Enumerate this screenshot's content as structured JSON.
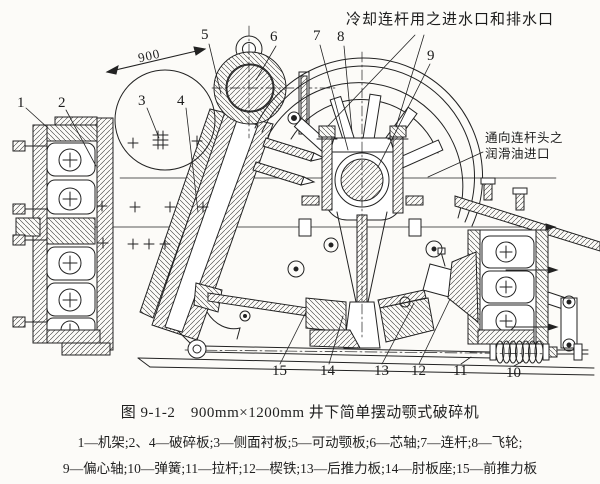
{
  "figure": {
    "caption": "图 9-1-2　900mm×1200mm 井下简单摆动颚式破碎机",
    "legend_line_1": "1—机架;2、4—破碎板;3—侧面衬板;5—可动颚板;6—芯轴;7—连杆;8—飞轮;",
    "legend_line_2": "9—偏心轴;10—弹簧;11—拉杆;12—楔铁;13—后推力板;14—肘板座;15—前推力板",
    "legend_items": [
      {
        "num": "1",
        "name": "机架"
      },
      {
        "num": "2、4",
        "name": "破碎板"
      },
      {
        "num": "3",
        "name": "侧面衬板"
      },
      {
        "num": "5",
        "name": "可动颚板"
      },
      {
        "num": "6",
        "name": "芯轴"
      },
      {
        "num": "7",
        "name": "连杆"
      },
      {
        "num": "8",
        "name": "飞轮"
      },
      {
        "num": "9",
        "name": "偏心轴"
      },
      {
        "num": "10",
        "name": "弹簧"
      },
      {
        "num": "11",
        "name": "拉杆"
      },
      {
        "num": "12",
        "name": "楔铁"
      },
      {
        "num": "13",
        "name": "后推力板"
      },
      {
        "num": "14",
        "name": "肘板座"
      },
      {
        "num": "15",
        "name": "前推力板"
      }
    ]
  },
  "annotations": {
    "cooling_ports": "冷却连杆用之进水口和排水口",
    "lube_inlet_line_1": "通向连杆头之",
    "lube_inlet_line_2": "润滑油进口",
    "dimension_900": "900"
  },
  "part_labels": {
    "p1": "1",
    "p2": "2",
    "p3": "3",
    "p4": "4",
    "p5": "5",
    "p6": "6",
    "p7": "7",
    "p8": "8",
    "p9": "9",
    "p10": "10",
    "p11": "11",
    "p12": "12",
    "p13": "13",
    "p14": "14",
    "p15": "15"
  },
  "drawing_colors": {
    "line": "#1f1f1f",
    "background": "#fcfbf8"
  }
}
